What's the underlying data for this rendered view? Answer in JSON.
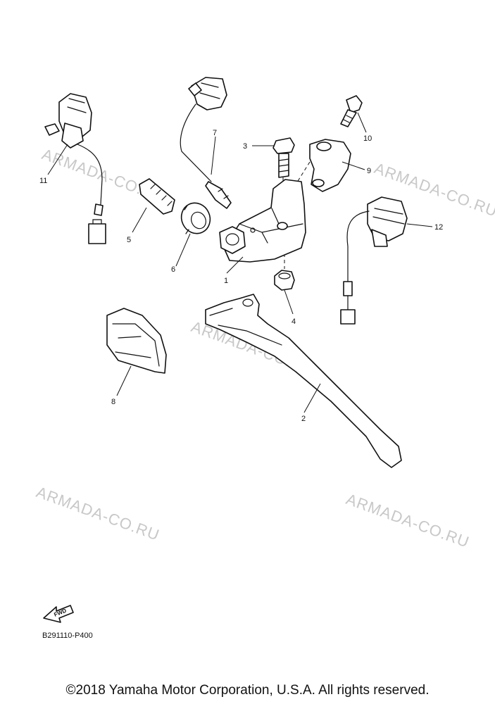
{
  "watermark": "ARMADA-CO.RU",
  "callouts": {
    "p1": "1",
    "p2": "2",
    "p3": "3",
    "p4": "4",
    "p5": "5",
    "p6": "6",
    "p7": "7",
    "p8": "8",
    "p9": "9",
    "p10": "10",
    "p11": "11",
    "p12": "12"
  },
  "fwd_label": "FWD",
  "diagram_code": "B291110-P400",
  "copyright": "©2018 Yamaha Motor Corporation, U.S.A. All rights reserved."
}
